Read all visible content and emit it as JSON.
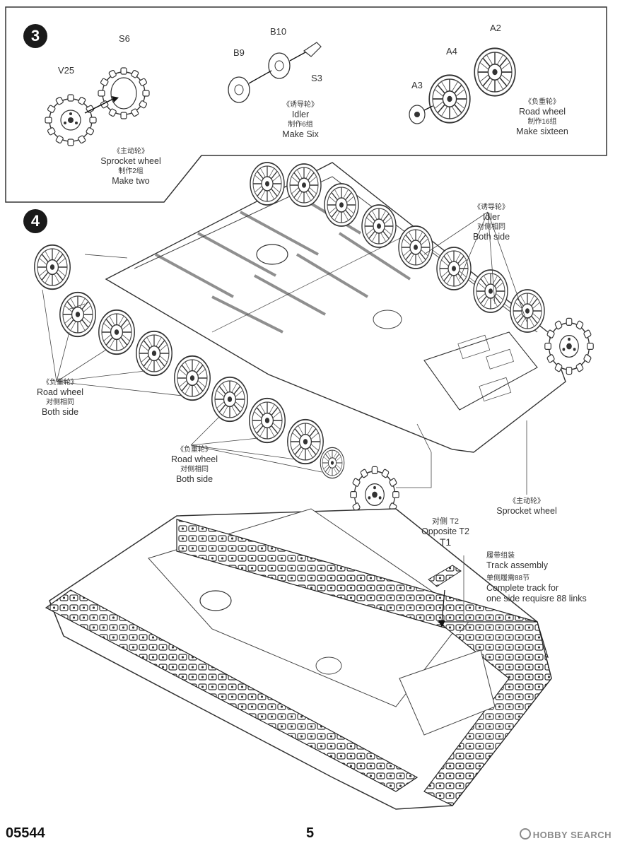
{
  "step3": {
    "number": "3",
    "parts": {
      "v25": "V25",
      "s6": "S6",
      "b9": "B9",
      "b10": "B10",
      "s3": "S3",
      "a2": "A2",
      "a3": "A3",
      "a4": "A4"
    },
    "sprocket": {
      "zh": "《主动轮》",
      "en": "Sprocket wheel",
      "qty_zh": "制作2组",
      "qty_en": "Make two"
    },
    "idler": {
      "zh": "《诱导轮》",
      "en": "Idler",
      "qty_zh": "制作6组",
      "qty_en": "Make Six"
    },
    "roadwheel": {
      "zh": "《负重轮》",
      "en": "Road wheel",
      "qty_zh": "制作16组",
      "qty_en": "Make sixteen"
    }
  },
  "step4": {
    "number": "4",
    "idler": {
      "zh": "《诱导轮》",
      "en": "Idler",
      "note_zh": "对侧相同",
      "note_en": "Both side"
    },
    "roadwheel_left": {
      "zh": "《负重轮》",
      "en": "Road wheel",
      "note_zh": "对侧相同",
      "note_en": "Both side"
    },
    "roadwheel_mid": {
      "zh": "《负重轮》",
      "en": "Road wheel",
      "note_zh": "对侧相同",
      "note_en": "Both side"
    },
    "sprocket": {
      "zh": "《主动轮》",
      "en": "Sprocket wheel"
    },
    "track": {
      "opposite_zh": "对侧 T2",
      "opposite_en": "Opposite T2",
      "part": "T1",
      "assembly_zh": "履带组装",
      "assembly_en": "Track assembly",
      "links_zh": "单侧履需88节",
      "links_en_1": "Complete track for",
      "links_en_2": "one side requisre 88 links"
    }
  },
  "footer": {
    "code": "05544",
    "page": "5",
    "watermark": "HOBBY SEARCH"
  }
}
